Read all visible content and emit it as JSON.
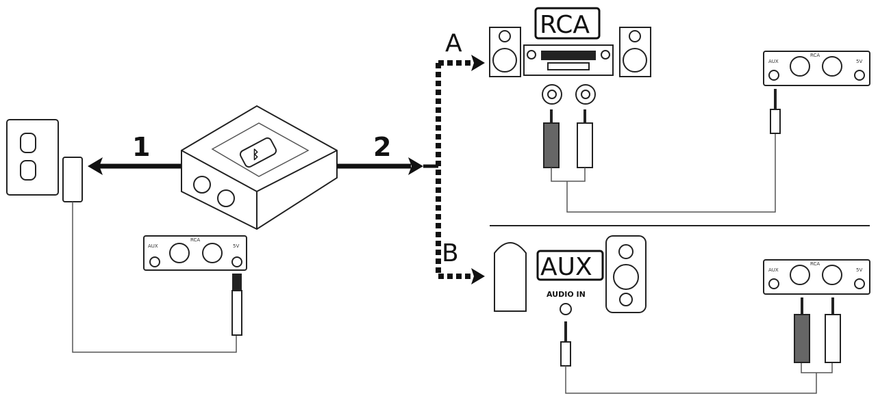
{
  "steps": {
    "step1": "1",
    "step2": "2",
    "optionA": "A",
    "optionB": "B"
  },
  "labels": {
    "rca": "RCA",
    "aux": "AUX",
    "audio_in": "AUDIO IN"
  },
  "panel": {
    "aux": "AUX",
    "rca": "RCA",
    "power": "5V"
  },
  "icons": [
    "power-outlet-icon",
    "power-adapter-icon",
    "bluetooth-receiver-icon",
    "bluetooth-icon",
    "stereo-receiver-icon",
    "speaker-icon",
    "rca-plug-icon",
    "aux-plug-icon"
  ],
  "colors": {
    "line": "#111111",
    "cable": "#888888"
  }
}
